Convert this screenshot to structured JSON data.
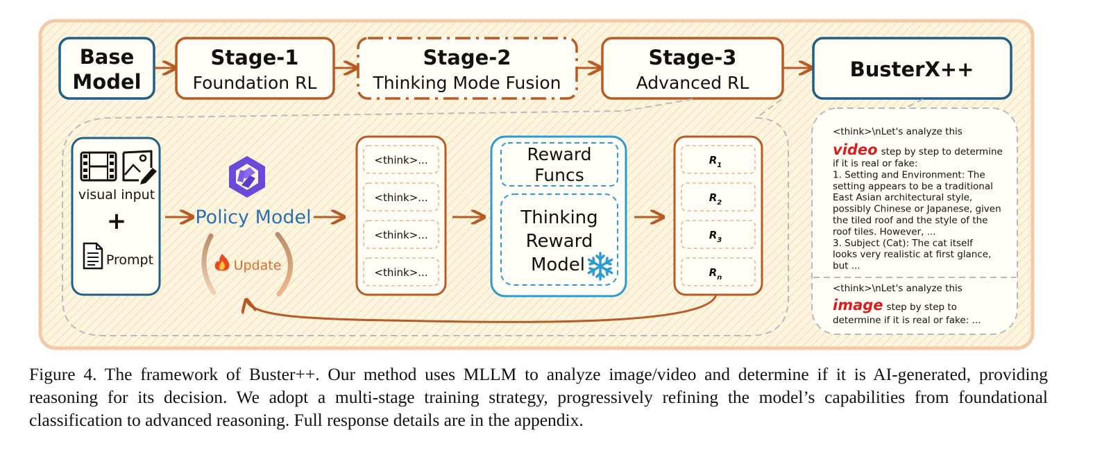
{
  "stages": {
    "base_line1": "Base",
    "base_line2": "Model",
    "stage1_title": "Stage-1",
    "stage1_sub": "Foundation RL",
    "stage2_title": "Stage-2",
    "stage2_sub": "Thinking Mode Fusion",
    "stage3_title": "Stage-3",
    "stage3_sub": "Advanced RL",
    "final": "BusterX++"
  },
  "inputs": {
    "visual_label": "visual input",
    "plus": "+",
    "prompt_label": "Prompt",
    "film_icon": "film-icon",
    "image_icon": "image-edit-icon",
    "document_icon": "document-icon"
  },
  "policy": {
    "label": "Policy Model",
    "update_label": "Update",
    "logo_icon": "qwen-logo-icon",
    "fire_icon": "fire-icon"
  },
  "rollouts": [
    "<think>...",
    "<think>...",
    "<think>...",
    "<think>..."
  ],
  "reward": {
    "funcs_line1": "Reward",
    "funcs_line2": "Funcs",
    "model_line1": "Thinking",
    "model_line2": "Reward",
    "model_line3": "Model",
    "snowflake_icon": "snowflake-icon"
  },
  "rewards": [
    {
      "base": "R",
      "sub": "1"
    },
    {
      "base": "R",
      "sub": "2"
    },
    {
      "base": "R",
      "sub": "3"
    },
    {
      "base": "R",
      "sub": "n"
    }
  ],
  "response_video": {
    "prefix": "<think>\\nLet's analyze this",
    "keyword": "video",
    "lead_rest": "step by step to determine",
    "lines": [
      "if it is real or fake:",
      "1. Setting and Environment: The",
      "setting appears to be a traditional",
      "East Asian architectural style,",
      "possibly Chinese or Japanese, given",
      "the tiled roof and the style of the",
      "roof tiles. However, ...",
      "3. Subject (Cat): The cat itself",
      "looks very realistic at first glance,",
      "but ..."
    ]
  },
  "response_image": {
    "prefix": "<think>\\nLet's analyze this",
    "keyword": "image",
    "lead_rest": "step by step to",
    "lines": [
      "determine if it is real or fake: ..."
    ]
  },
  "caption": "Figure 4. The framework of Buster++. Our method uses MLLM to analyze image/video and determine if it is AI-generated, providing reasoning for its decision. We adopt a multi-stage training strategy, progressively refining the model’s capabilities from foundational classification to advanced reasoning. Full response details are in the appendix.",
  "colors": {
    "orange": "#b85a23",
    "blue_dark": "#1f5f86",
    "blue_light": "#2a9bd3",
    "panel_bg": "#fdf4dd",
    "panel_border": "#f3c9a8",
    "dash_gray": "#b8b8c0",
    "red_keyword": "#d91d1d"
  }
}
